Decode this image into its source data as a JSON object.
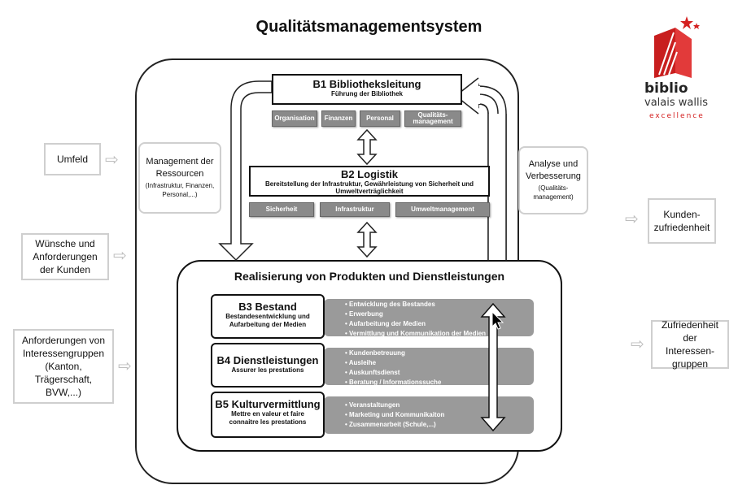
{
  "title": "Qualitätsmanagementsystem",
  "b1": {
    "title": "B1 Bibliotheksleitung",
    "subtitle": "Führung der Bibliothek",
    "chips": [
      "Organisation",
      "Finanzen",
      "Personal",
      "Qualitäts-\nmanagement"
    ]
  },
  "b2": {
    "title": "B2 Logistik",
    "subtitle": "Bereitstellung der Infrastruktur, Gewährleistung von Sicherheit und Umweltverträglichkeit",
    "chips": [
      "Sicherheit",
      "Infrastruktur",
      "Umweltmanagement"
    ]
  },
  "realisierung": {
    "title": "Realisierung von Produkten und Dienstleistungen"
  },
  "b3": {
    "title": "B3 Bestand",
    "subtitle": "Bestandesentwicklung und Aufarbeitung der Medien",
    "items": [
      "• Entwicklung des Bestandes",
      "• Erwerbung",
      "• Aufarbeitung der Medien",
      "• Vermittlung und Kommunikation der Medien"
    ]
  },
  "b4": {
    "title": "B4 Dienstleistungen",
    "subtitle": "Assurer les prestations",
    "items": [
      "• Kundenbetreuung",
      "• Ausleihe",
      "• Auskunftsdienst",
      "• Beratung / Informationssuche"
    ]
  },
  "b5": {
    "title": "B5 Kulturvermittlung",
    "subtitle": "Mettre en valeur et faire connaitre les prestations",
    "items": [
      "• Veranstaltungen",
      "• Marketing und Kommunikaiton",
      "• Zusammenarbeit (Schule,...)"
    ]
  },
  "management": {
    "title": "Management der Ressourcen",
    "detail": "(Infrastruktur, Finanzen, Personal,...)"
  },
  "analyse": {
    "title": "Analyse und Verbesserung",
    "detail": "(Qualitäts-management)"
  },
  "inputs": [
    "Umfeld",
    "Wünsche und Anforderungen der Kunden",
    "Anforderungen von Interessengruppen (Kanton, Trägerschaft, BVW,...)"
  ],
  "outputs": [
    "Kunden-zufriedenheit",
    "Zufriedenheit der Interessen-gruppen"
  ],
  "logo": {
    "line1": "biblio",
    "line2": "valais wallis",
    "line3": "excellence",
    "accent": "#d42020"
  },
  "colors": {
    "chip": "#8a8a8a",
    "band": "#9a9a9a",
    "outline": "#222222"
  }
}
